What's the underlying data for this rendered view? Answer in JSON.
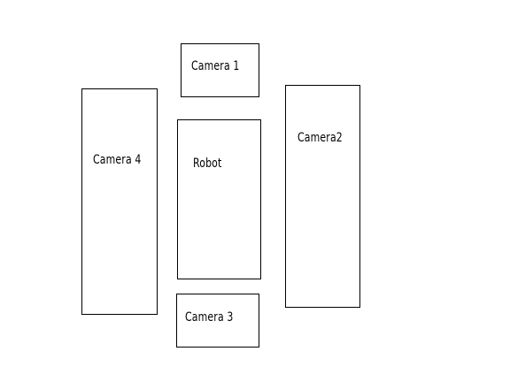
{
  "diagram": {
    "nodes": [
      {
        "id": "camera1",
        "label": "Camera 1"
      },
      {
        "id": "camera2",
        "label": "Camera2"
      },
      {
        "id": "camera3",
        "label": "Camera 3"
      },
      {
        "id": "camera4",
        "label": "Camera 4"
      },
      {
        "id": "robot",
        "label": "Robot"
      }
    ],
    "colors": {
      "background": "#ffffff",
      "stroke": "#000000",
      "text": "#000000"
    }
  }
}
